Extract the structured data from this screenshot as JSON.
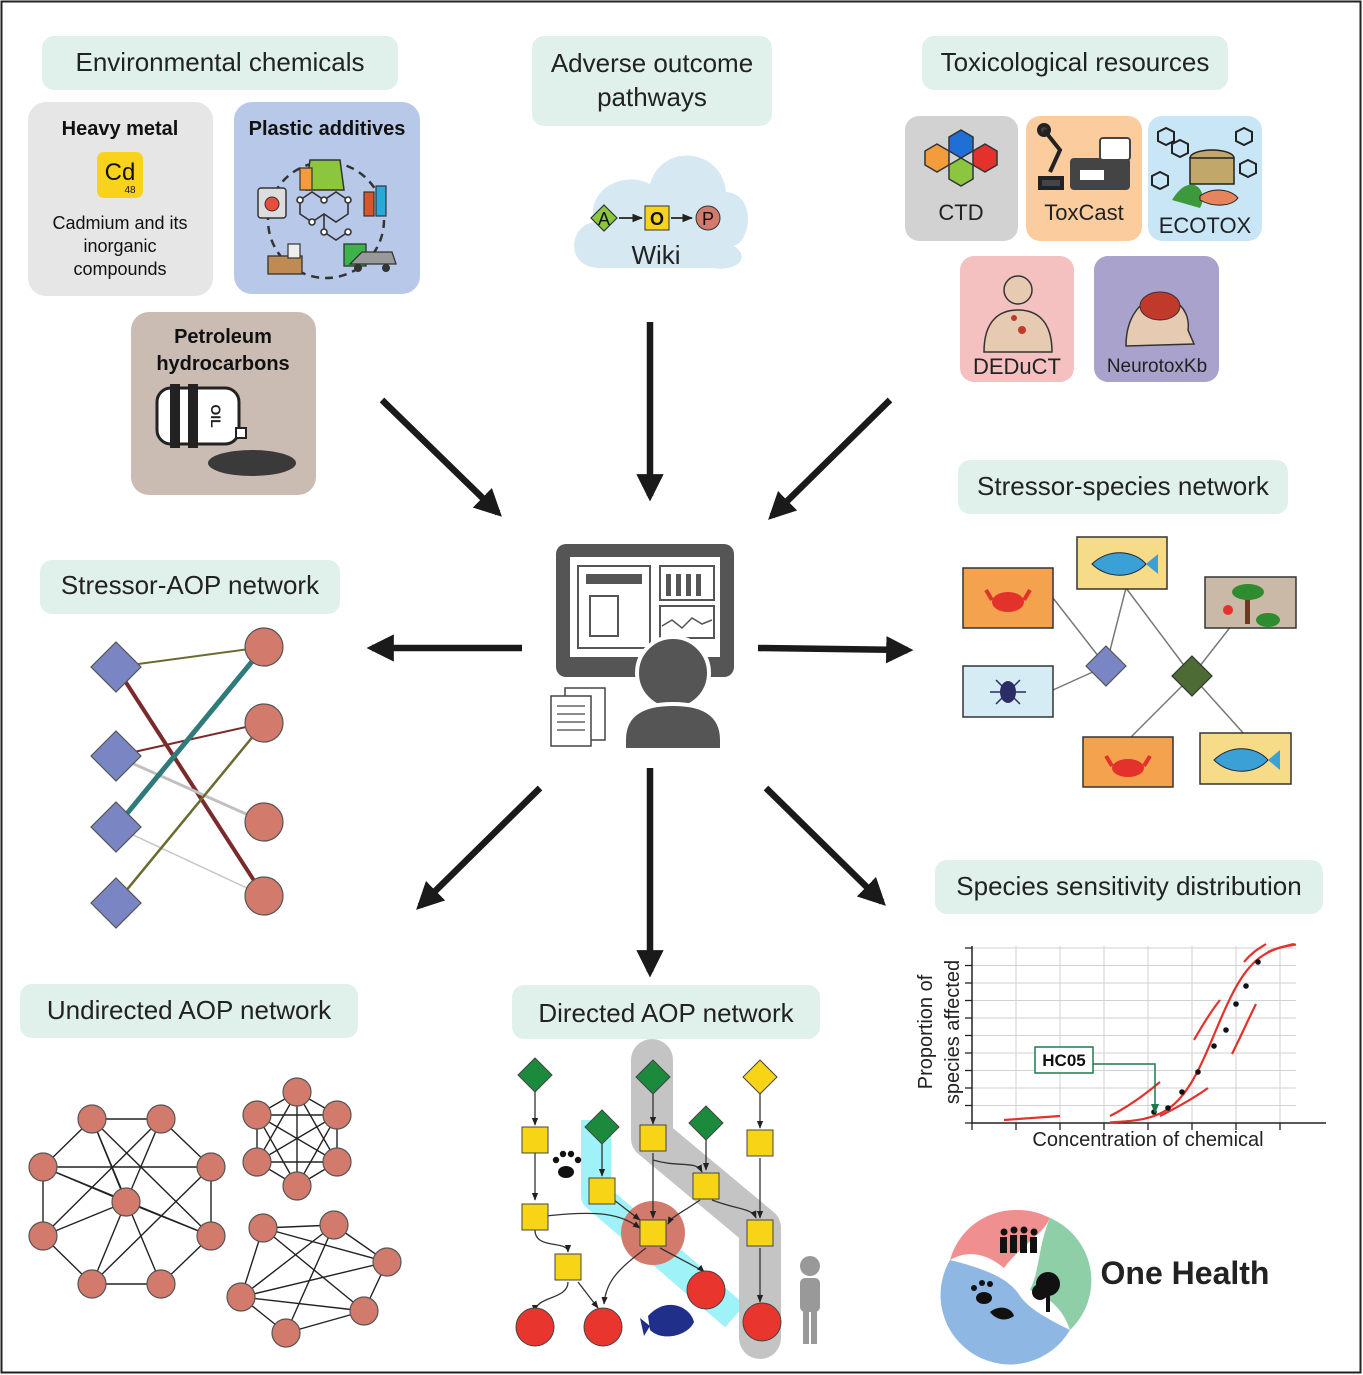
{
  "sections": {
    "environmental_chemicals": "Environmental chemicals",
    "adverse_outcome_pathways_line1": "Adverse outcome",
    "adverse_outcome_pathways_line2": "pathways",
    "toxicological_resources": "Toxicological resources",
    "stressor_species_network": "Stressor-species network",
    "stressor_aop_network": "Stressor-AOP network",
    "undirected_aop_network": "Undirected AOP network",
    "directed_aop_network": "Directed AOP network",
    "species_sensitivity_distribution": "Species sensitivity distribution"
  },
  "chemicals": {
    "heavy_metal": "Heavy metal",
    "cd_symbol": "Cd",
    "cd_number": "48",
    "cadmium_line1": "Cadmium and its",
    "cadmium_line2": "inorganic",
    "cadmium_line3": "compounds",
    "plastic_additives": "Plastic additives",
    "petroleum_line1": "Petroleum",
    "petroleum_line2": "hydrocarbons",
    "oil_label": "OIL"
  },
  "aopwiki": {
    "a": "A",
    "o": "O",
    "p": "P",
    "wiki": "Wiki"
  },
  "resources": {
    "ctd": "CTD",
    "toxcast": "ToxCast",
    "ecotox": "ECOTOX",
    "deduct": "DEDuCT",
    "neurotoxkb": "NeurotoxKb"
  },
  "ssd": {
    "ylabel_line1": "Proportion of",
    "ylabel_line2": "species affected",
    "xlabel": "Concentration of chemical",
    "hc05": "HC05"
  },
  "one_health": "One Health",
  "colors": {
    "label_bg": "#e0f1ec",
    "diamond_blue": "#7a86c4",
    "node_salmon": "#d27a6c",
    "green": "#1b8a3c",
    "yellow": "#f7d416",
    "red": "#e8362f",
    "cyan": "#9ff2f7"
  }
}
